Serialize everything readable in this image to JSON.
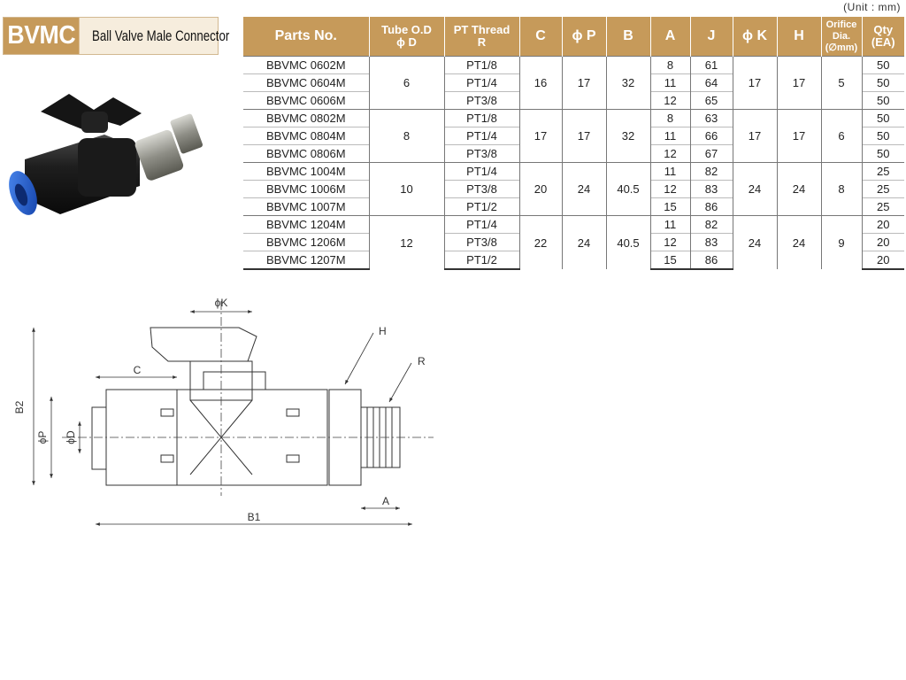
{
  "header": {
    "code": "BVMC",
    "name": "Ball Valve Male Connector",
    "unit": "(Unit : mm)"
  },
  "table": {
    "columns": [
      {
        "line1": "Parts No.",
        "line2": ""
      },
      {
        "line1": "Tube O.D",
        "line2": "ϕ D"
      },
      {
        "line1": "PT Thread",
        "line2": "R"
      },
      {
        "line1": "C",
        "line2": ""
      },
      {
        "line1": "ϕ P",
        "line2": ""
      },
      {
        "line1": "B",
        "line2": ""
      },
      {
        "line1": "A",
        "line2": ""
      },
      {
        "line1": "J",
        "line2": ""
      },
      {
        "line1": "ϕ K",
        "line2": ""
      },
      {
        "line1": "H",
        "line2": ""
      },
      {
        "line1": "Orifice Dia.",
        "line2": "(∅mm)"
      },
      {
        "line1": "Qty",
        "line2": "(EA)"
      }
    ],
    "groups": [
      {
        "tube": "6",
        "c": "16",
        "p": "17",
        "b": "32",
        "k": "17",
        "h": "17",
        "orifice": "5",
        "rows": [
          {
            "part": "BBVMC 0602M",
            "thread": "PT1/8",
            "a": "8",
            "j": "61",
            "qty": "50"
          },
          {
            "part": "BBVMC 0604M",
            "thread": "PT1/4",
            "a": "11",
            "j": "64",
            "qty": "50"
          },
          {
            "part": "BBVMC 0606M",
            "thread": "PT3/8",
            "a": "12",
            "j": "65",
            "qty": "50"
          }
        ]
      },
      {
        "tube": "8",
        "c": "17",
        "p": "17",
        "b": "32",
        "k": "17",
        "h": "17",
        "orifice": "6",
        "rows": [
          {
            "part": "BBVMC 0802M",
            "thread": "PT1/8",
            "a": "8",
            "j": "63",
            "qty": "50"
          },
          {
            "part": "BBVMC 0804M",
            "thread": "PT1/4",
            "a": "11",
            "j": "66",
            "qty": "50"
          },
          {
            "part": "BBVMC 0806M",
            "thread": "PT3/8",
            "a": "12",
            "j": "67",
            "qty": "50"
          }
        ]
      },
      {
        "tube": "10",
        "c": "20",
        "p": "24",
        "b": "40.5",
        "k": "24",
        "h": "24",
        "orifice": "8",
        "rows": [
          {
            "part": "BBVMC 1004M",
            "thread": "PT1/4",
            "a": "11",
            "j": "82",
            "qty": "25"
          },
          {
            "part": "BBVMC 1006M",
            "thread": "PT3/8",
            "a": "12",
            "j": "83",
            "qty": "25"
          },
          {
            "part": "BBVMC 1007M",
            "thread": "PT1/2",
            "a": "15",
            "j": "86",
            "qty": "25"
          }
        ]
      },
      {
        "tube": "12",
        "c": "22",
        "p": "24",
        "b": "40.5",
        "k": "24",
        "h": "24",
        "orifice": "9",
        "rows": [
          {
            "part": "BBVMC 1204M",
            "thread": "PT1/4",
            "a": "11",
            "j": "82",
            "qty": "20"
          },
          {
            "part": "BBVMC 1206M",
            "thread": "PT3/8",
            "a": "12",
            "j": "83",
            "qty": "20"
          },
          {
            "part": "BBVMC 1207M",
            "thread": "PT1/2",
            "a": "15",
            "j": "86",
            "qty": "20"
          }
        ]
      }
    ]
  },
  "drawing": {
    "labels": {
      "k": "ϕK",
      "h": "H",
      "r": "R",
      "c": "C",
      "b2": "B2",
      "p": "ϕP",
      "d": "ϕD",
      "a": "A",
      "b1": "B1"
    }
  },
  "colors": {
    "header_bg": "#c69a5a",
    "label_bg": "#f6eddd",
    "tube_blue": "#1f63d8"
  }
}
